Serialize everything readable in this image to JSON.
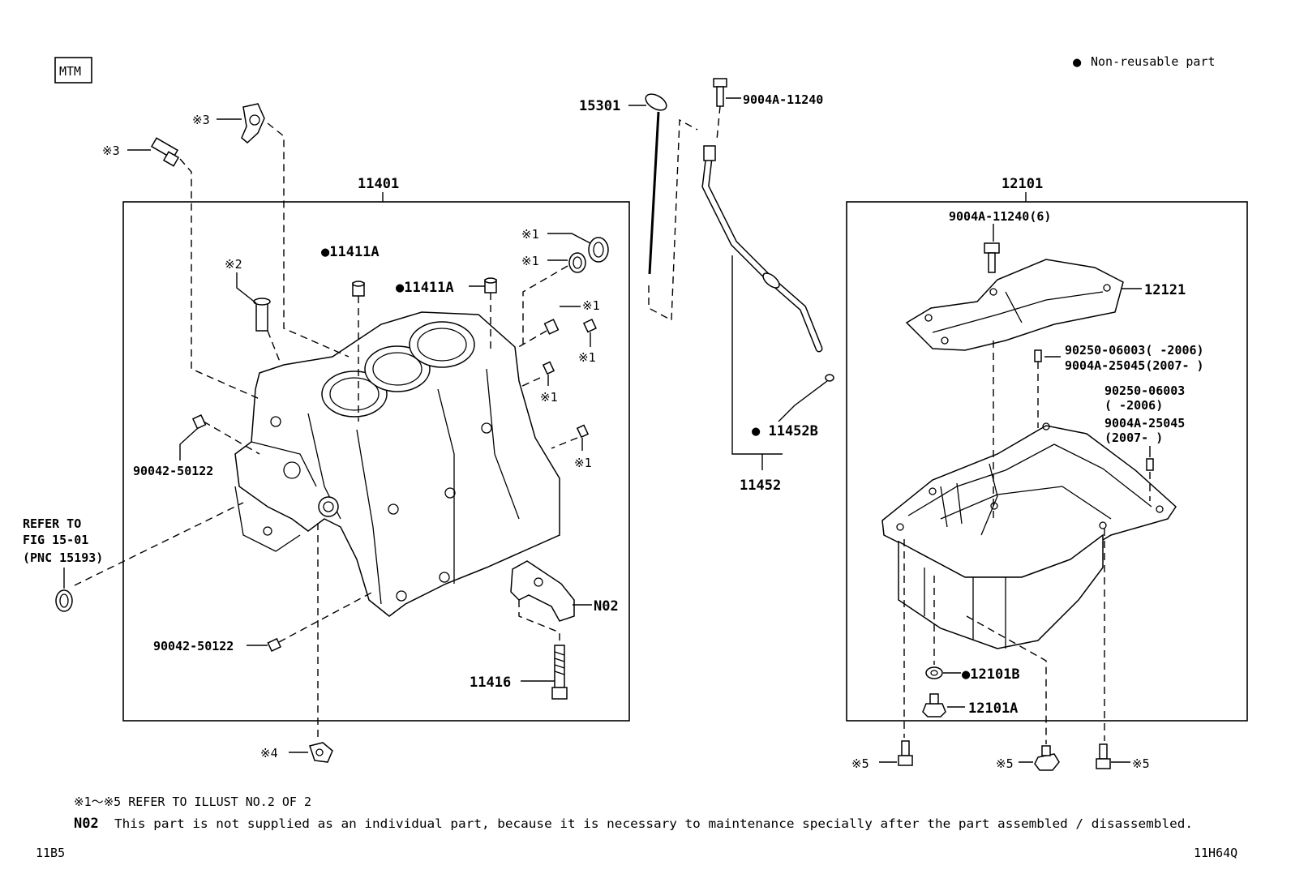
{
  "header": {
    "badge": "MTM",
    "legend_mark": "●",
    "legend": "Non-reusable part"
  },
  "groups": {
    "block": "11401",
    "oil_pan": "12101",
    "level_gauge_guide": "11452"
  },
  "labels": {
    "dipstick": "15301",
    "guide_bolt": "9004A-11240",
    "guide_oring": "● 11452B",
    "pin_a": "●11411A",
    "pin_b": "●11411A",
    "plug_left": "90042-50122",
    "plug_bottom": "90042-50122",
    "refer_1": "REFER TO",
    "refer_2": "FIG 15-01",
    "refer_3": "(PNC 15193)",
    "bearing_cap": "N02",
    "cap_bolt": "11416",
    "pan_bolt": "9004A-11240(6)",
    "baffle": "12121",
    "stud_a1": "90250-06003(     -2006)",
    "stud_a2": "9004A-25045(2007-     )",
    "stud_b1": "90250-06003",
    "stud_b2": "(     -2006)",
    "stud_b3": "9004A-25045",
    "stud_b4": "(2007-     )",
    "drain_gasket": "●12101B",
    "drain_plug": "12101A",
    "ref1_a": "※1",
    "ref1_b": "※1",
    "ref1_c": "※1",
    "ref1_d": "※1",
    "ref1_e": "※1",
    "ref1_f": "※1",
    "ref2": "※2",
    "ref3_a": "※3",
    "ref3_b": "※3",
    "ref4": "※4",
    "ref5_a": "※5",
    "ref5_b": "※5",
    "ref5_c": "※5"
  },
  "notes": {
    "refer": "※1～※5 REFER TO ILLUST NO.2 OF 2",
    "n02_code": "N02",
    "n02_text": "This part is not supplied as an individual part, because it is necessary to maintenance specially after the part assembled / disassembled."
  },
  "footer": {
    "left": "11B5",
    "right": "11H64Q"
  }
}
